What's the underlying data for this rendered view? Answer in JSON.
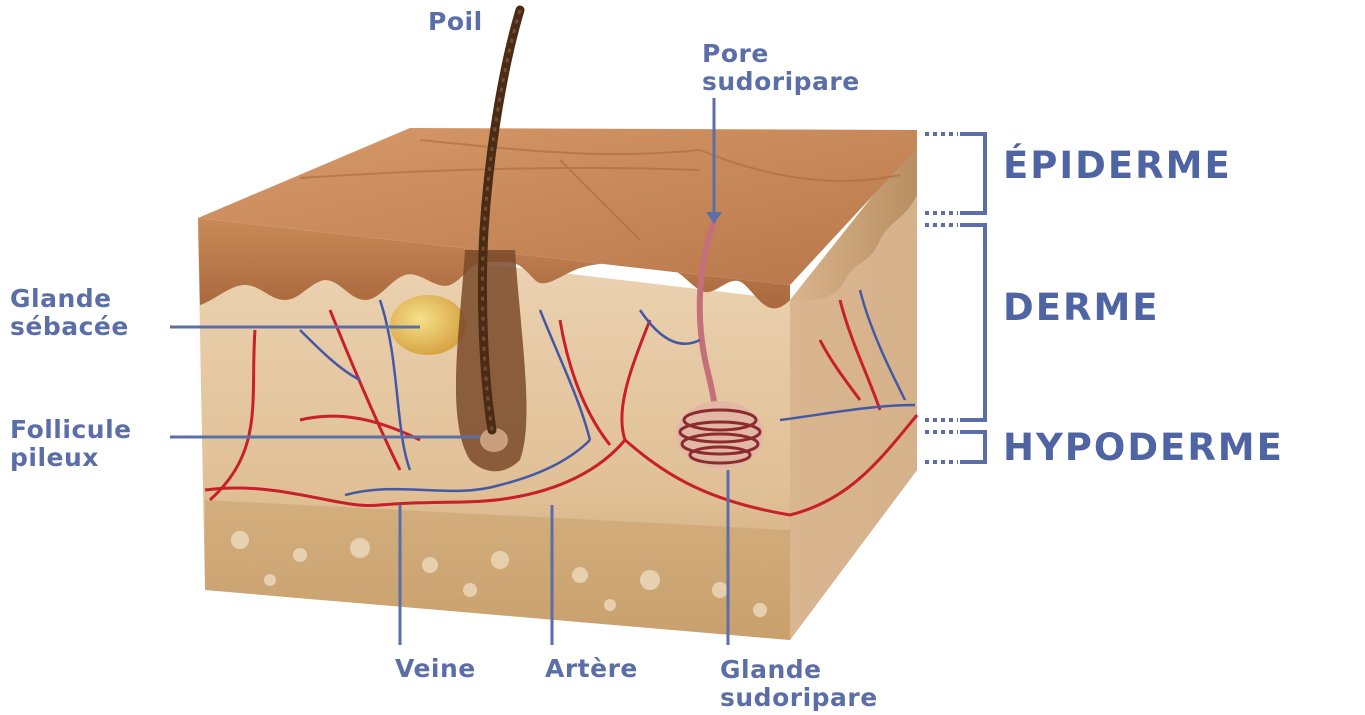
{
  "labels": {
    "poil": "Poil",
    "pore_sudoripare": [
      "Pore",
      "sudoripare"
    ],
    "glande_sebacee": [
      "Glande",
      "sébacée"
    ],
    "follicule_pileux": [
      "Follicule",
      "pileux"
    ],
    "veine": "Veine",
    "artere": "Artère",
    "glande_sudoripare": [
      "Glande",
      "sudoripare"
    ]
  },
  "layers": {
    "epiderme": "ÉPIDERME",
    "derme": "DERME",
    "hypoderme": "HYPODERME"
  },
  "colors": {
    "label_text": "#5b6ea8",
    "leader_line": "#5b6ea8",
    "epidermis": "#c8875a",
    "dermis": "#e7c9a4",
    "hypodermis": "#cfa878",
    "artery": "#c8202a",
    "vein": "#4458a6",
    "hair": "#4a2b16"
  }
}
